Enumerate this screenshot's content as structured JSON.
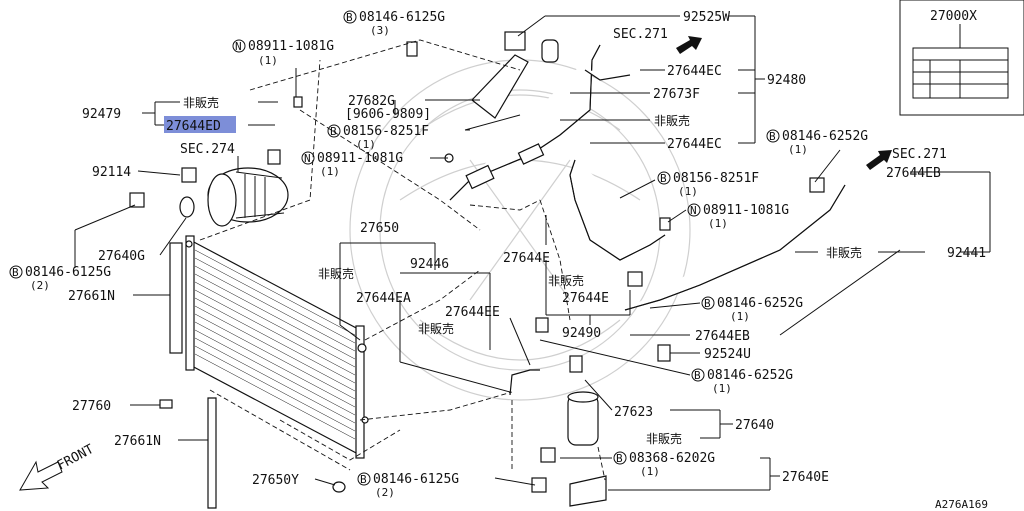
{
  "diagram_ref": "A276A169",
  "front_label": "FRONT",
  "parts": {
    "p27000X": "27000X",
    "p92525W": "92525W",
    "p92480": "92480",
    "p92479": "92479",
    "p27644ED": "27644ED",
    "p27682G": "27682G",
    "range_9606_9809": "[9606-9809]",
    "p27644EC_a": "27644EC",
    "p27673F": "27673F",
    "p27644EC_b": "27644EC",
    "p92114": "92114",
    "p27640G": "27640G",
    "p27661N_a": "27661N",
    "p27650": "27650",
    "p92446": "92446",
    "p27644EA": "27644EA",
    "p27644EE": "27644EE",
    "p27644E_a": "27644E",
    "p27644E_b": "27644E",
    "p92490": "92490",
    "p27644EB_a": "27644EB",
    "p92441": "92441",
    "p27644EB_b": "27644EB",
    "p92524U": "92524U",
    "p27623": "27623",
    "p27640": "27640",
    "p27640E": "27640E",
    "p27760": "27760",
    "p27661N_b": "27661N",
    "p27650Y": "27650Y"
  },
  "bolts": {
    "b1": "08146-6125G",
    "b1q": "(3)",
    "b2": "08911-1081G",
    "b2q": "(1)",
    "b3": "08156-8251F",
    "b3q": "(1)",
    "b4": "08911-1081G",
    "b4q": "(1)",
    "b5": "08146-6252G",
    "b5q": "(1)",
    "b6": "08156-8251F",
    "b6q": "(1)",
    "b7": "08911-1081G",
    "b7q": "(1)",
    "b8": "08146-6125G",
    "b8q": "(2)",
    "b9": "08146-6252G",
    "b9q": "(1)",
    "b10": "08146-6252G",
    "b10q": "(1)",
    "b11": "08368-6202G",
    "b11q": "(1)",
    "b12": "08146-6125G",
    "b12q": "(2)"
  },
  "b_prefix": "B",
  "n_prefix": "N",
  "sections": {
    "sec271_a": "SEC.271",
    "sec271_b": "SEC.271",
    "sec274": "SEC.274"
  },
  "not_sold": {
    "ns1": "非販売",
    "ns2": "非販売",
    "ns3": "非販売",
    "ns4": "非販売",
    "ns5": "非販売",
    "ns6": "非販売",
    "ns7": "非販売"
  },
  "colors": {
    "line": "#111111",
    "highlight": "#7d8ed8",
    "watermark": "#cfcfcf"
  }
}
